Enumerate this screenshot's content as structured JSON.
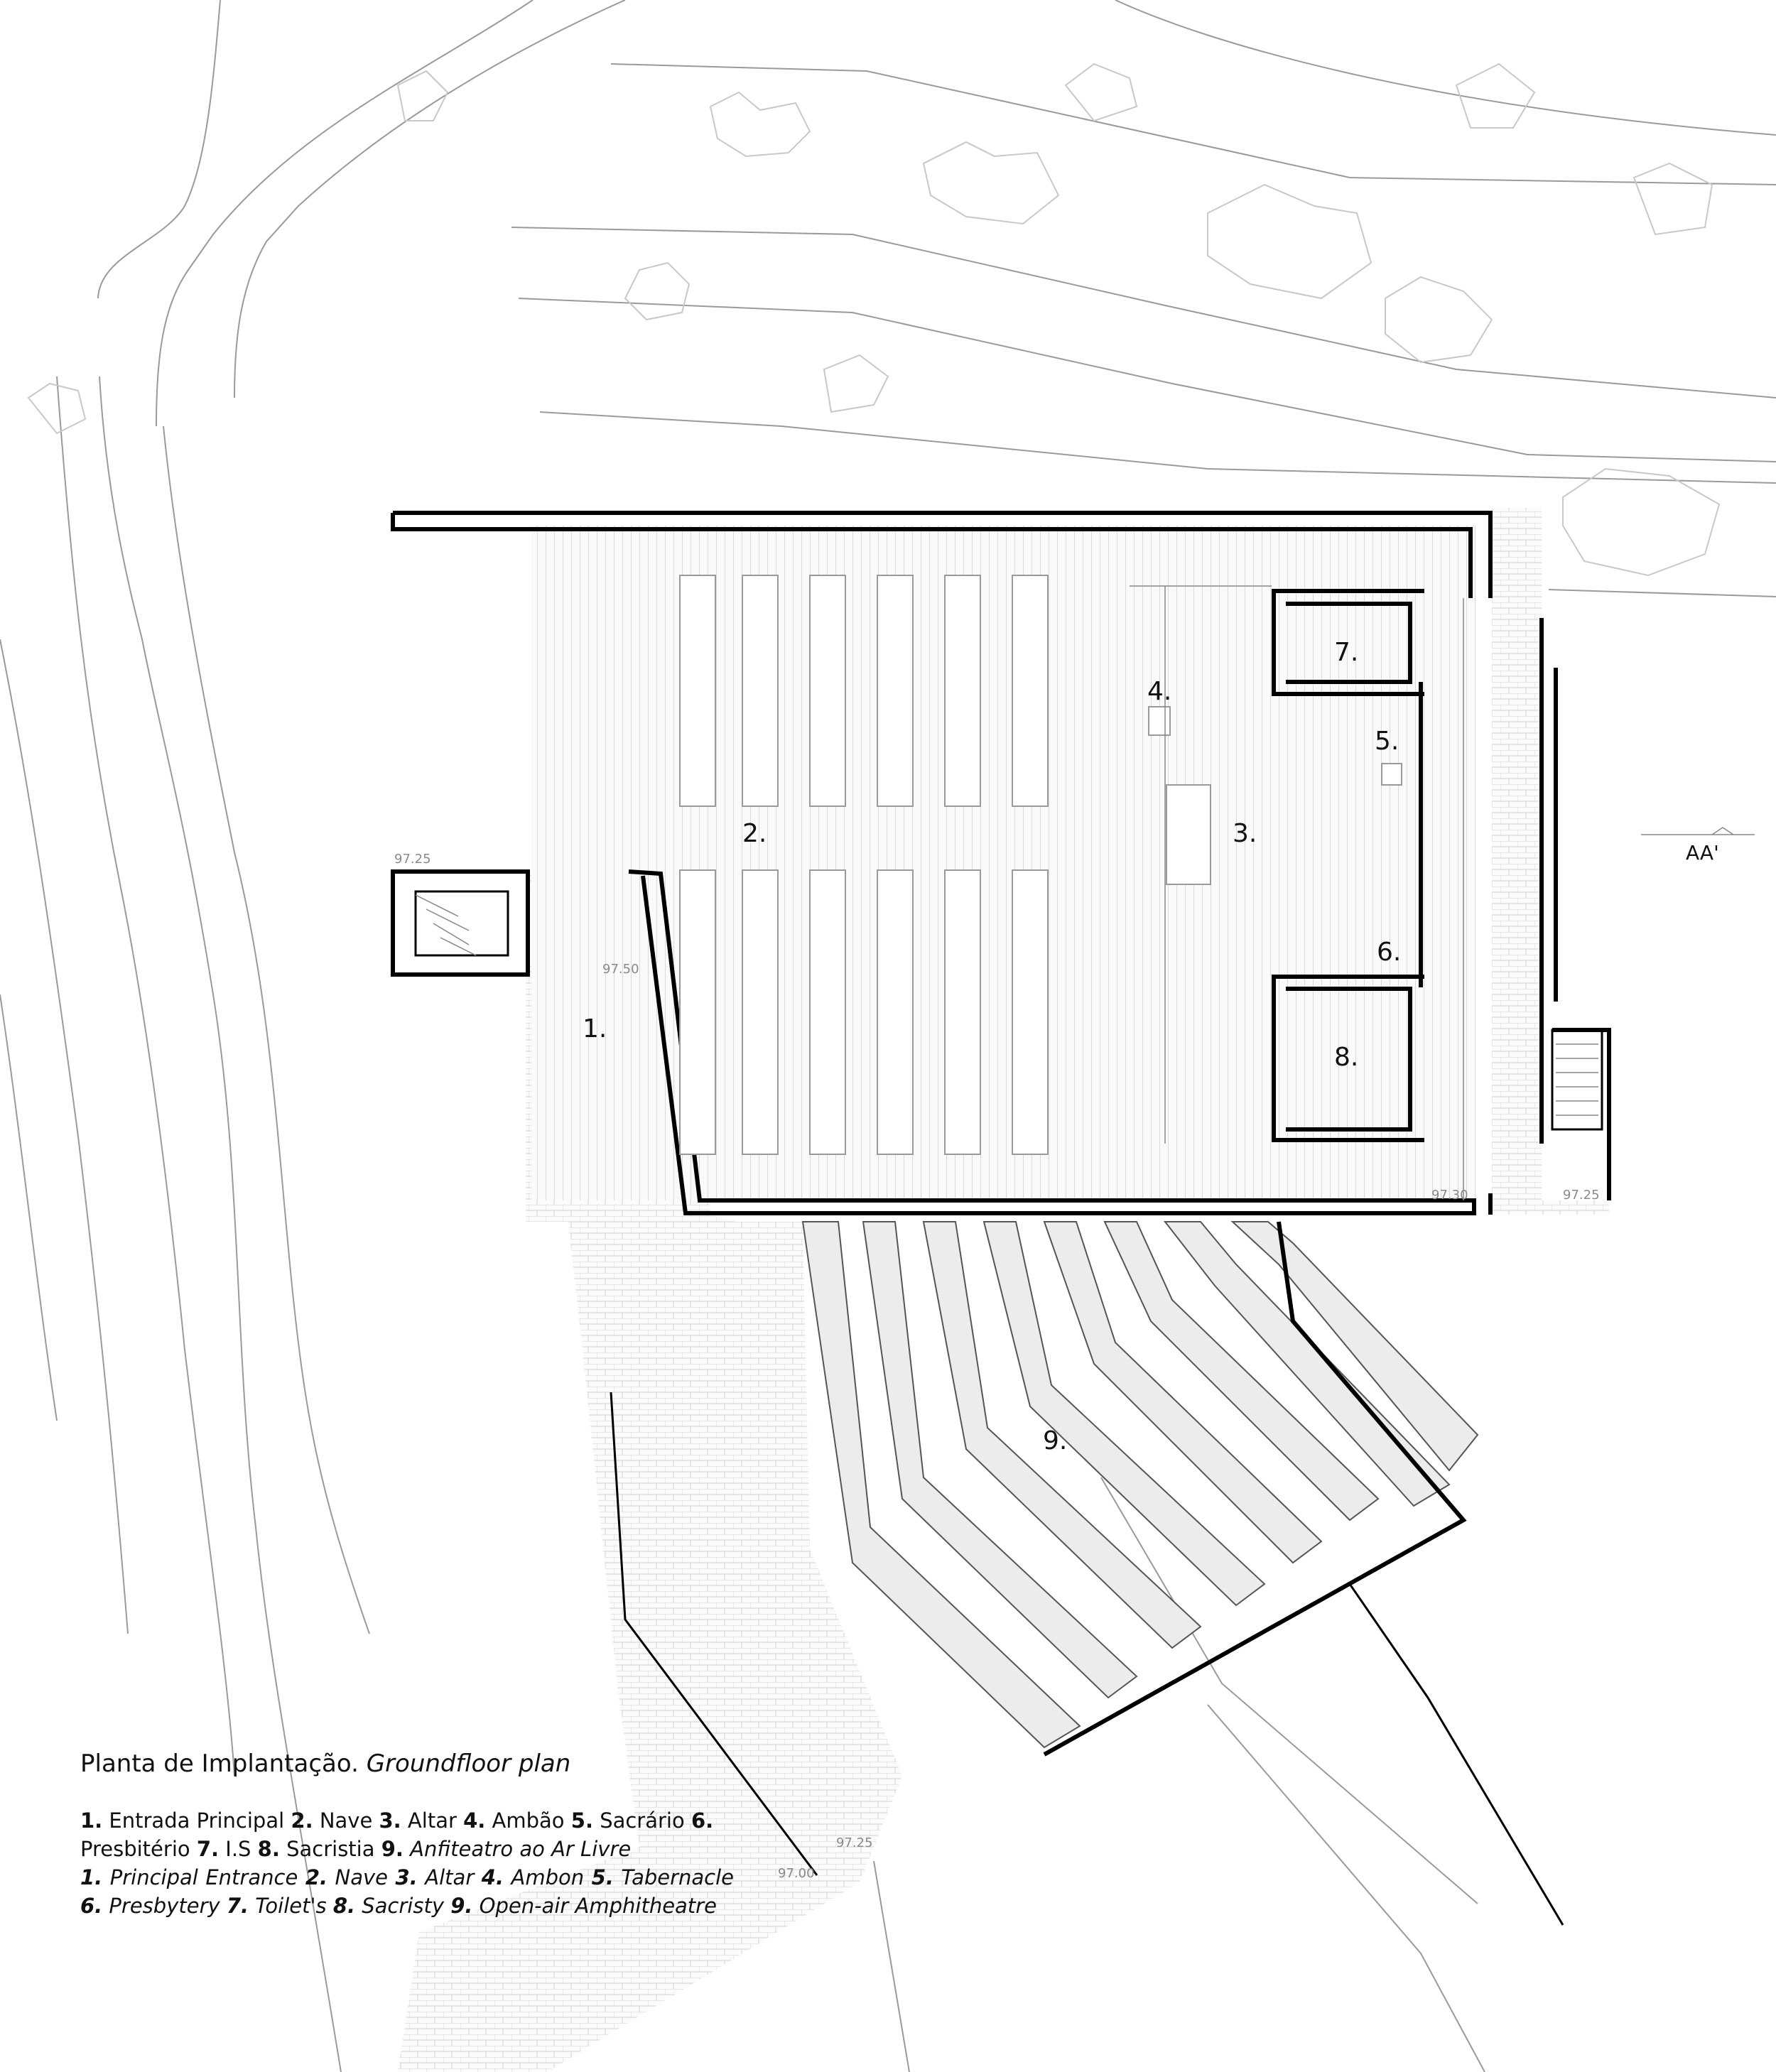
{
  "plan": {
    "section_marker": "AA'",
    "rooms": [
      {
        "id": "1",
        "label": "1."
      },
      {
        "id": "2",
        "label": "2."
      },
      {
        "id": "3",
        "label": "3."
      },
      {
        "id": "4",
        "label": "4."
      },
      {
        "id": "5",
        "label": "5."
      },
      {
        "id": "6",
        "label": "6."
      },
      {
        "id": "7",
        "label": "7."
      },
      {
        "id": "8",
        "label": "8."
      },
      {
        "id": "9",
        "label": "9."
      }
    ],
    "levels": [
      "97.25",
      "97.50",
      "97.30",
      "97.25",
      "97.25",
      "97.00"
    ]
  },
  "legend": {
    "title_pt": "Planta de Implantação.",
    "title_en": "Groundfloor plan",
    "pt_items": [
      {
        "num": "1.",
        "text": "Entrada Principal"
      },
      {
        "num": "2.",
        "text": "Nave"
      },
      {
        "num": "3.",
        "text": "Altar"
      },
      {
        "num": "4.",
        "text": "Ambão"
      },
      {
        "num": "5.",
        "text": "Sacrário"
      },
      {
        "num": "6.",
        "text": "Presbitério"
      },
      {
        "num": "7.",
        "text": "I.S"
      },
      {
        "num": "8.",
        "text": "Sacristia"
      },
      {
        "num": "9.",
        "text": "Anfiteatro ao Ar Livre"
      }
    ],
    "en_items": [
      {
        "num": "1.",
        "text": "Principal Entrance"
      },
      {
        "num": "2.",
        "text": "Nave"
      },
      {
        "num": "3.",
        "text": "Altar"
      },
      {
        "num": "4.",
        "text": "Ambon"
      },
      {
        "num": "5.",
        "text": "Tabernacle"
      },
      {
        "num": "6.",
        "text": "Presbytery"
      },
      {
        "num": "7.",
        "text": "Toilet's"
      },
      {
        "num": "8.",
        "text": "Sacristy"
      },
      {
        "num": "9.",
        "text": "Open-air Amphitheatre"
      }
    ]
  }
}
